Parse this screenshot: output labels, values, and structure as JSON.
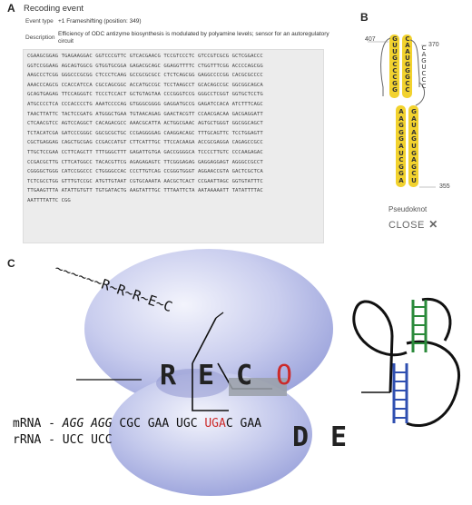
{
  "panels": {
    "a": "A",
    "b": "B",
    "c": "C"
  },
  "recoding": {
    "title": "Recoding event",
    "event_type_label": "Event type",
    "event_type_value": "+1 Frameshifting (position: 349)",
    "description_label": "Description",
    "description_line1": "Efficiency of ODC antizyme biosynthesis is modulated by polyamine levels; sensor for an autoregulatory",
    "description_line2": "circuit",
    "sequence_lines": [
      "CGAAGCGGAG TGAGAAGGAC GGTCCCGTTC GTCACGAACG TCCGTCCCTC GTCCGTCGCG GCTCGGACCC",
      "GGTCCGGAAG AGCAGTGGCG GTGGTGCGGA GAGACGCAGC GGAGGTTTTC CTGGTTTCGG ACCCCAGCGG",
      "AAGCCCTCGG GGGCCCGCGG CTCCCTCAAG GCCGCGCGCC CTCTCAGCGG GAGGCCCCGG CACGCGCCCC",
      "AAACCCAGCG CCACCATCCA CGCCAGCGGC ACCATGCCGC TCCTAAGCCT GCACAGCCGC GGCGGCAGCA",
      "GCAGTGAGAG TTCCAGGGTC TCCCTCCACT GCTGTAGTAA CCCGGGTCCG GGGCCTCGGT GGTGCTCCTG",
      "ATGCCCCTCA CCCACCCCTG AAATCCCCAG GTGGGCGGGG GAGGATGCCG GAGATCCACA ATCTTTCAGC",
      "TAACTTATTC TACTCCGATG ATGGGCTGAA TGTAACAGAG GAACTACGTT CCAACGACAA GACGAGGATT",
      "CTCAACGTCC AGTCCAGGCT CACAGACGCC AAACGCATTA ACTGGCGAAC AGTGCTGGGT GGCGGCAGCT",
      "TCTACATCGA GATCCCGGGC GGCGCGCTGC CCGAGGGGAG CAAGGACAGC TTTGCAGTTC TCCTGGAGTT",
      "CGCTGAGGAG CAGCTGCGAG CCGACCATGT CTTCATTTGC TTCCACAAGA ACCGCGAGGA CAGAGCCGCC",
      "TTGCTCCGAA CCTTCAGCTT TTTGGGCTTT GAGATTGTGA GACCGGGGCA TCCCCTTGTC CCCAAGAGAC",
      "CCGACGCTTG CTTCATGGCC TACACGTTCG AGAGAGAGTC TTCGGGAGAG GAGGAGGAGT AGGGCCGCCT",
      "CGGGGCTGGG CATCCGGCCC CTGGGGCCAC CCCTTGTCAG CCGGGTGGGT AGGAACCGTA GACTCGCTCA",
      "TCTCGCCTGG GTTTGTCCGC ATGTTGTAAT CGTGCAAATA AACGCTCACT CCGAATTAGC GGTGTATTTC",
      "TTGAAGTTTA ATATTGTGTT TGTGATACTG AAGTATTTGC TTTAATTCTA AATAAAAATT TATATTTTAC",
      "AATTTTATTC CGG"
    ]
  },
  "pseudoknot": {
    "label": "Pseudoknot",
    "close_label": "CLOSE",
    "close_icon": "x-icon",
    "num_407": "407",
    "num_370": "370",
    "num_355": "355",
    "left_stem_top": [
      "G",
      "U",
      "U",
      "G",
      "C",
      "C",
      "C",
      "G",
      "G",
      "G"
    ],
    "right_stem_top": [
      "C",
      "A",
      "A",
      "U",
      "G",
      "G",
      "G",
      "C",
      "C",
      "C",
      "G"
    ],
    "lower_left": [
      "A",
      "A",
      "G",
      "G",
      "G",
      "A",
      "U",
      "C",
      "G",
      "G",
      "A"
    ],
    "lower_right": [
      "G",
      "A",
      "U",
      "A",
      "G",
      "U",
      "G",
      "A",
      "G",
      "C",
      "U"
    ],
    "loop_right": [
      "C",
      "A",
      "G",
      "U",
      "C",
      "C",
      "C"
    ],
    "bottom_pair": "A"
  },
  "ribosome": {
    "peptide": "~~~~~~R~R~R~E~C",
    "mrna_label": "mRNA",
    "rrna_label": "rRNA",
    "dash": "-",
    "mrna_codon1": "AGG",
    "mrna_codon2": "AGG",
    "mrna_codon3": "CGC",
    "mrna_codon4": "GAA",
    "mrna_codon5": "UGC",
    "mrna_codon6a": "UGA",
    "mrna_codon6b": "C",
    "mrna_codon7": "GAA",
    "rrna_codon1": "UCC",
    "rrna_codon2": "UCC",
    "site_r": "R",
    "site_e": "E",
    "site_c": "C",
    "site_o": "O",
    "site_d": "D",
    "site_e2": "E",
    "colors": {
      "ribosome": "#b8bfe6",
      "stop_codon": "#cc2a2a",
      "stem_green": "#2a8a3a",
      "stem_blue": "#2f4fb0",
      "site_highlight": "#9aa0a8"
    }
  }
}
